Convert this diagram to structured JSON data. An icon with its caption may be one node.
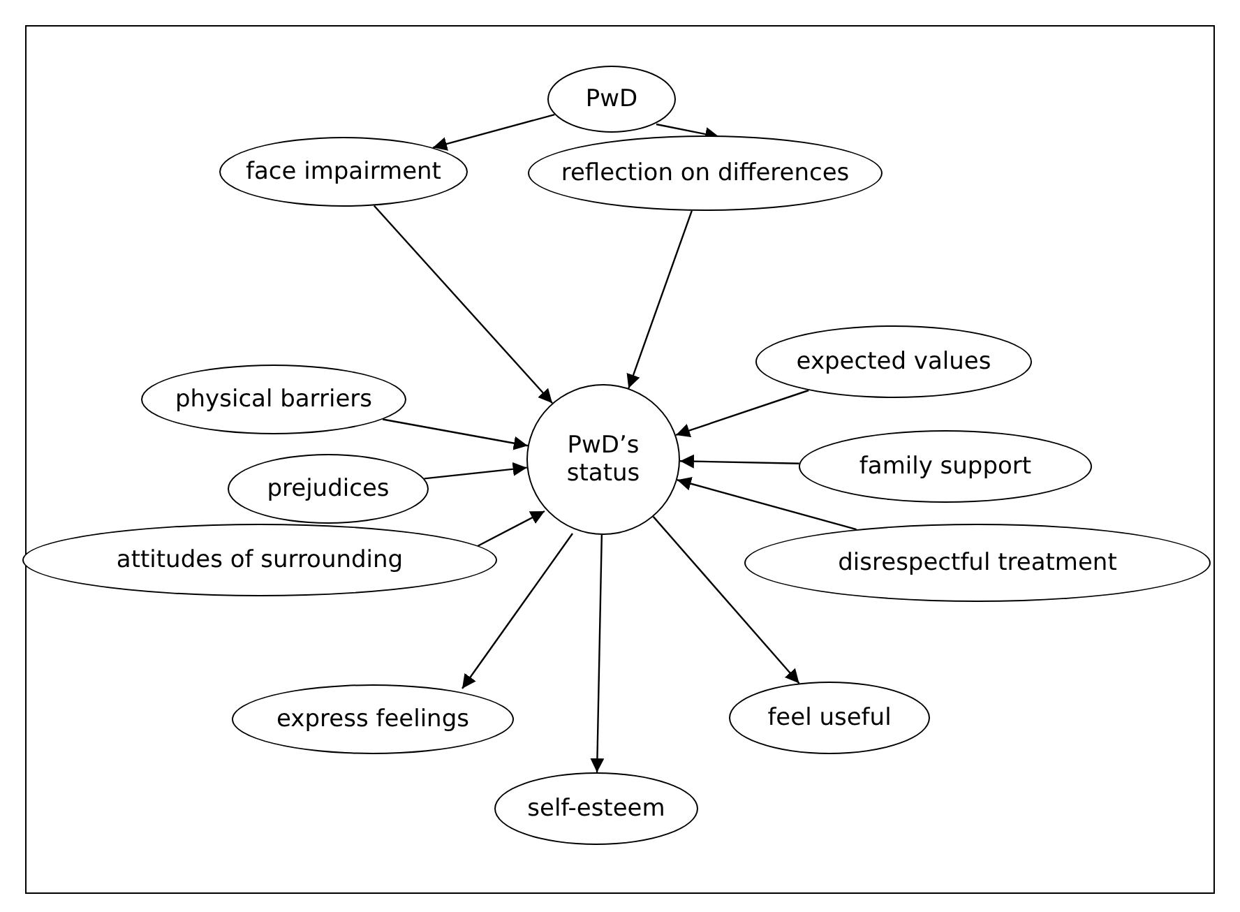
{
  "diagram": {
    "nodes": [
      {
        "text": [
          "PwD"
        ]
      },
      {
        "text": [
          "face impairment"
        ]
      },
      {
        "text": [
          "reflection on differences"
        ]
      },
      {
        "text": [
          "physical barriers"
        ]
      },
      {
        "text": [
          "expected values"
        ]
      },
      {
        "text": [
          "PwD’s status"
        ]
      },
      {
        "text": [
          "prejudices"
        ]
      },
      {
        "text": [
          "family support"
        ]
      },
      {
        "text": [
          "attitudes of surrounding"
        ]
      },
      {
        "text": [
          "disrespectful treatment"
        ]
      },
      {
        "text": [
          "express feelings"
        ]
      },
      {
        "text": [
          "feel useful"
        ]
      },
      {
        "text": [
          "self-esteem"
        ]
      }
    ],
    "edges": [
      {
        "from": 0,
        "to": 1,
        "arrow": "to"
      },
      {
        "from": 0,
        "to": 2,
        "arrow": "to"
      },
      {
        "from": 1,
        "to": 5,
        "arrow": "to"
      },
      {
        "from": 2,
        "to": 5,
        "arrow": "to"
      },
      {
        "from": 3,
        "to": 5,
        "arrow": "to"
      },
      {
        "from": 4,
        "to": 5,
        "arrow": "to"
      },
      {
        "from": 6,
        "to": 5,
        "arrow": "to"
      },
      {
        "from": 7,
        "to": 5,
        "arrow": "to"
      },
      {
        "from": 8,
        "to": 5,
        "arrow": "to"
      },
      {
        "from": 9,
        "to": 5,
        "arrow": "to"
      },
      {
        "from": 5,
        "to": 10,
        "arrow": "to"
      },
      {
        "from": 5,
        "to": 12,
        "arrow": "to"
      },
      {
        "from": 5,
        "to": 11,
        "arrow": "to"
      }
    ]
  }
}
